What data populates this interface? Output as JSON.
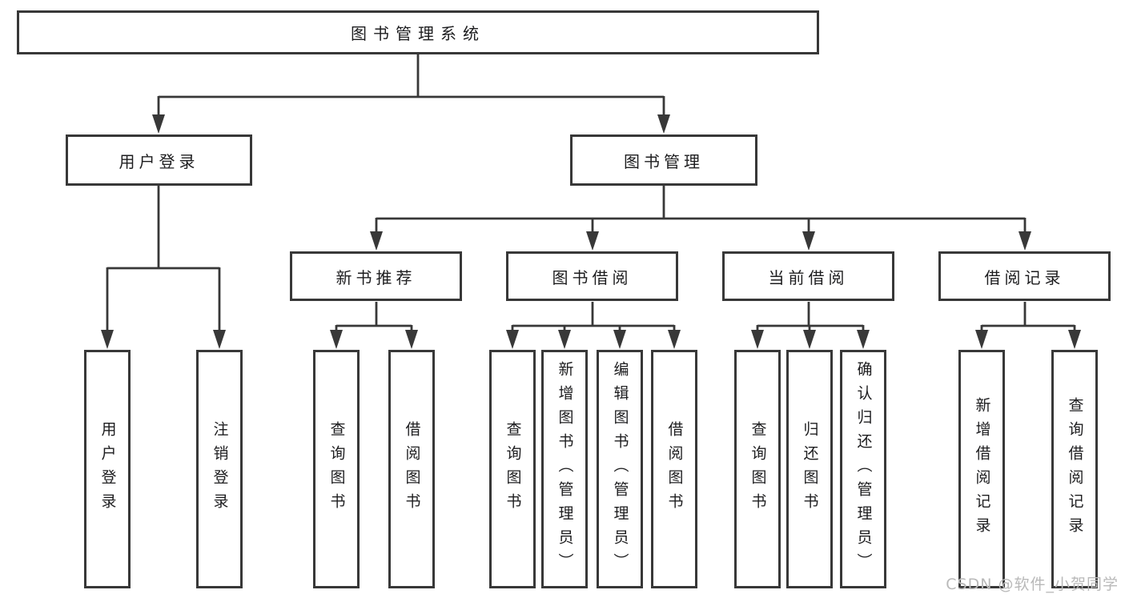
{
  "tree": {
    "root": "图书管理系统",
    "branches": [
      {
        "label": "用户登录",
        "children": [
          {
            "label": "用户登录"
          },
          {
            "label": "注销登录"
          }
        ]
      },
      {
        "label": "图书管理",
        "children": [
          {
            "label": "新书推荐",
            "children": [
              {
                "label": "查询图书"
              },
              {
                "label": "借阅图书"
              }
            ]
          },
          {
            "label": "图书借阅",
            "children": [
              {
                "label": "查询图书"
              },
              {
                "label": "新增图书（管理员）"
              },
              {
                "label": "编辑图书（管理员）"
              },
              {
                "label": "借阅图书"
              }
            ]
          },
          {
            "label": "当前借阅",
            "children": [
              {
                "label": "查询图书"
              },
              {
                "label": "归还图书"
              },
              {
                "label": "确认归还（管理员）"
              }
            ]
          },
          {
            "label": "借阅记录",
            "children": [
              {
                "label": "新增借阅记录"
              },
              {
                "label": "查询借阅记录"
              }
            ]
          }
        ]
      }
    ]
  },
  "watermark": "CSDN @软件_小贺同学",
  "colors": {
    "line": "#383838",
    "text": "#1d1d1f",
    "watermark": "#b9b9b9",
    "background": "#ffffff"
  }
}
